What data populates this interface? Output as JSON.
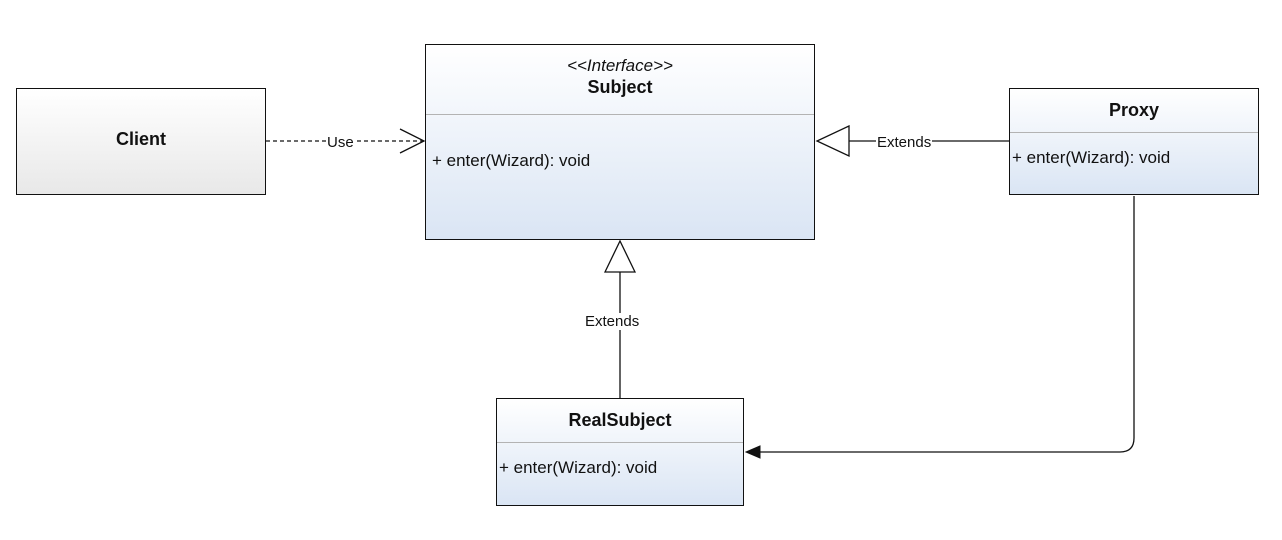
{
  "diagram": {
    "classes": {
      "client": {
        "name": "Client"
      },
      "subject": {
        "stereotype": "<<Interface>>",
        "name": "Subject",
        "operation": "+ enter(Wizard): void"
      },
      "proxy": {
        "name": "Proxy",
        "operation": "+ enter(Wizard): void"
      },
      "real_subject": {
        "name": "RealSubject",
        "operation": "+ enter(Wizard): void"
      }
    },
    "edges": {
      "client_subject": "Use",
      "proxy_subject": "Extends",
      "real_subject_subject": "Extends"
    },
    "colors": {
      "client_fill": "#e8e8e8",
      "class_fill": "#dae5f4",
      "line": "#111111"
    }
  }
}
